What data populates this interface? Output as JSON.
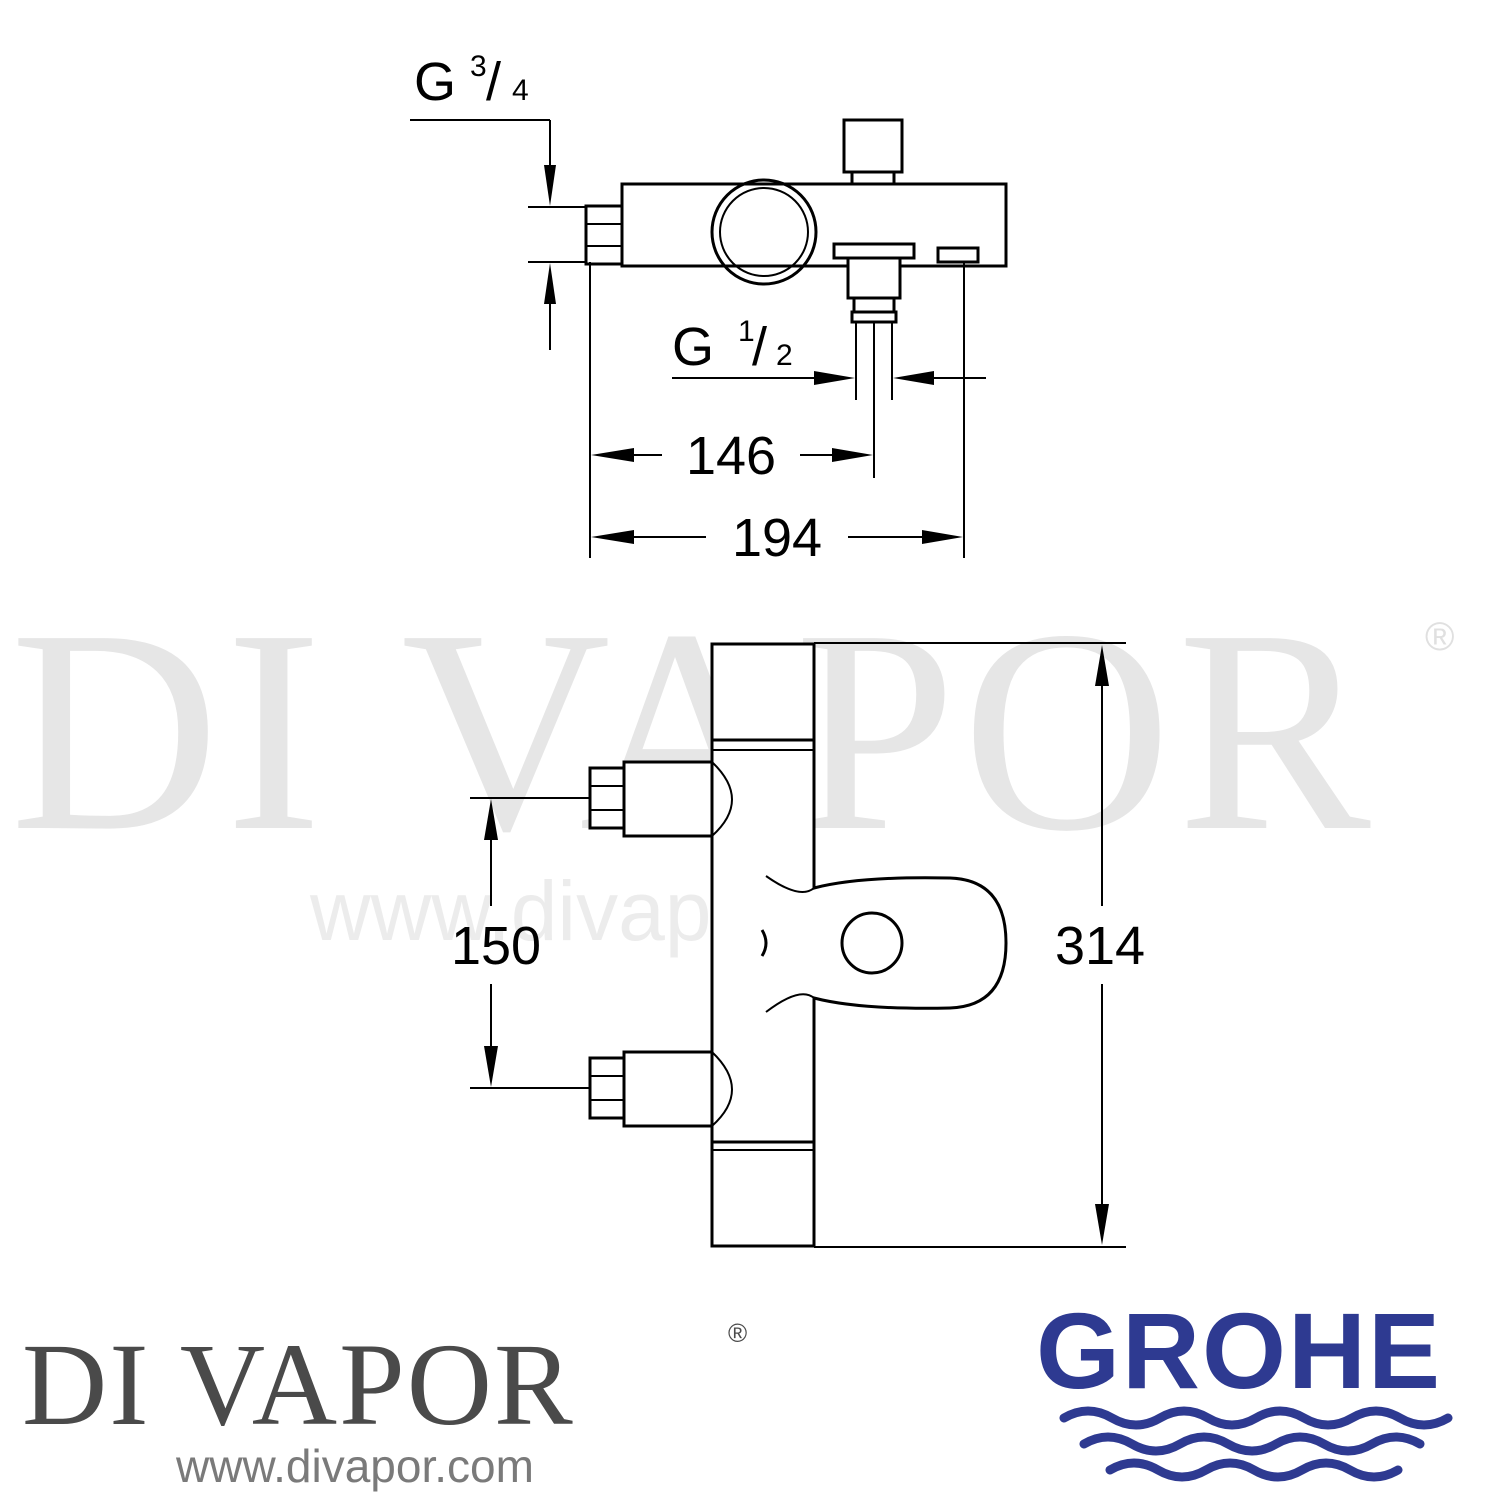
{
  "watermark": {
    "name": "DI VAPOR",
    "registered": "®",
    "url": "www.divapor.com"
  },
  "dimensions": {
    "inlet_thread_parts": [
      "G",
      "3",
      "/",
      "4"
    ],
    "outlet_thread_parts": [
      "G",
      "1",
      "/",
      "2"
    ],
    "outlet_center_length": "146",
    "overall_depth": "194",
    "inlet_centres": "150",
    "overall_width": "314"
  },
  "footer": {
    "retailer_name": "DI VAPOR",
    "retailer_registered": "®",
    "retailer_url": "www.divapor.com",
    "manufacturer": "GROHE"
  },
  "colors": {
    "grohe_blue": "#2e3a91",
    "retailer_gray": "#4a4a4a"
  }
}
